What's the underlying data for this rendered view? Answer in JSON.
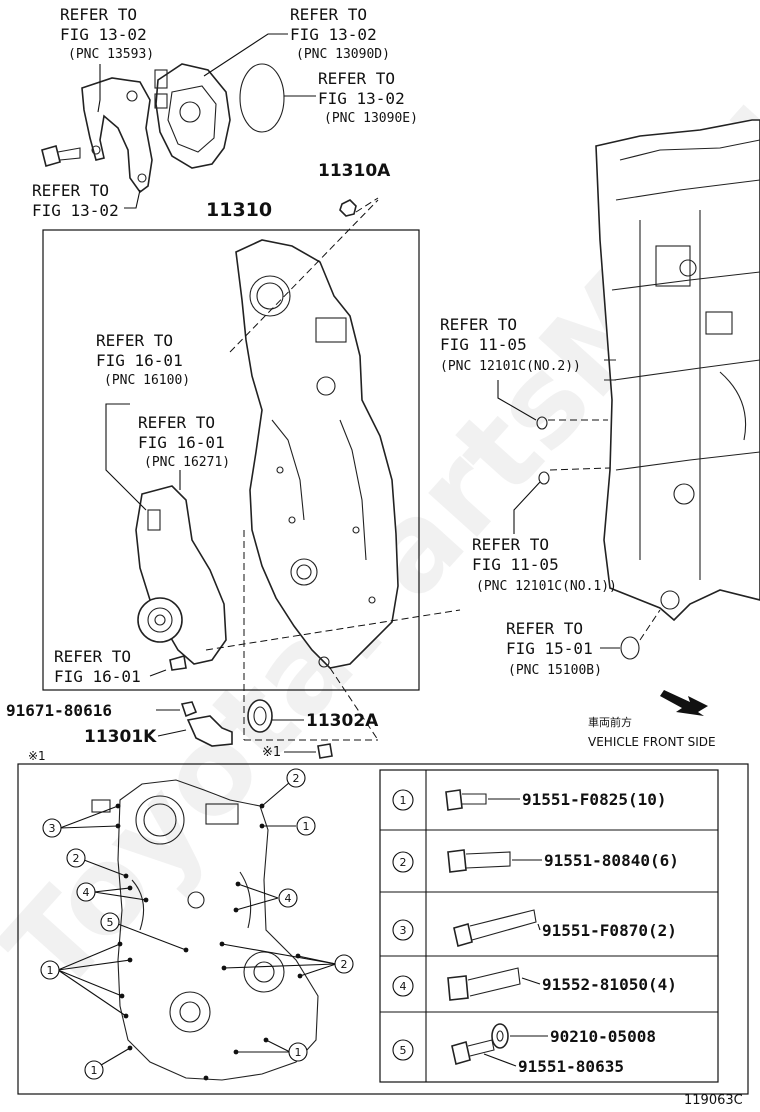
{
  "watermark": "ToyotaPartsMinder",
  "figure_id": "119063C",
  "direction": {
    "jp": "車両前方",
    "en": "VEHICLE FRONT SIDE"
  },
  "callouts": [
    {
      "id": "c1",
      "lines": [
        "REFER TO",
        "FIG 13-02",
        "(PNC 13593)"
      ]
    },
    {
      "id": "c2",
      "lines": [
        "REFER TO",
        "FIG 13-02",
        "(PNC 13090D)"
      ]
    },
    {
      "id": "c3",
      "lines": [
        "REFER TO",
        "FIG 13-02",
        "(PNC 13090E)"
      ]
    },
    {
      "id": "c4",
      "lines": [
        "REFER TO",
        "FIG 13-02"
      ]
    },
    {
      "id": "c5",
      "lines": [
        "REFER TO",
        "FIG 16-01",
        "(PNC 16100)"
      ]
    },
    {
      "id": "c6",
      "lines": [
        "REFER TO",
        "FIG 16-01",
        "(PNC 16271)"
      ]
    },
    {
      "id": "c7",
      "lines": [
        "REFER TO",
        "FIG 16-01"
      ]
    },
    {
      "id": "c8",
      "lines": [
        "REFER TO",
        "FIG 11-05",
        "(PNC 12101C(NO.2))"
      ]
    },
    {
      "id": "c9",
      "lines": [
        "REFER TO",
        "FIG 11-05",
        "(PNC 12101C(NO.1))"
      ]
    },
    {
      "id": "c10",
      "lines": [
        "REFER TO",
        "FIG 15-01",
        "(PNC 15100B)"
      ]
    }
  ],
  "part_numbers": {
    "p11310A": "11310A",
    "p11310": "11310",
    "p91671": "91671-80616",
    "p11301K": "11301K",
    "p11302A": "11302A"
  },
  "marks": {
    "note1": "※1",
    "note1_small": "※1"
  },
  "bolt_table": [
    {
      "num": "1",
      "parts": [
        "91551-F0825(10)"
      ]
    },
    {
      "num": "2",
      "parts": [
        "91551-80840(6)"
      ]
    },
    {
      "num": "3",
      "parts": [
        "91551-F0870(2)"
      ]
    },
    {
      "num": "4",
      "parts": [
        "91552-81050(4)"
      ]
    },
    {
      "num": "5",
      "parts": [
        "90210-05008",
        "91551-80635"
      ]
    }
  ],
  "bubbles": [
    "1",
    "2",
    "3",
    "4",
    "5"
  ]
}
